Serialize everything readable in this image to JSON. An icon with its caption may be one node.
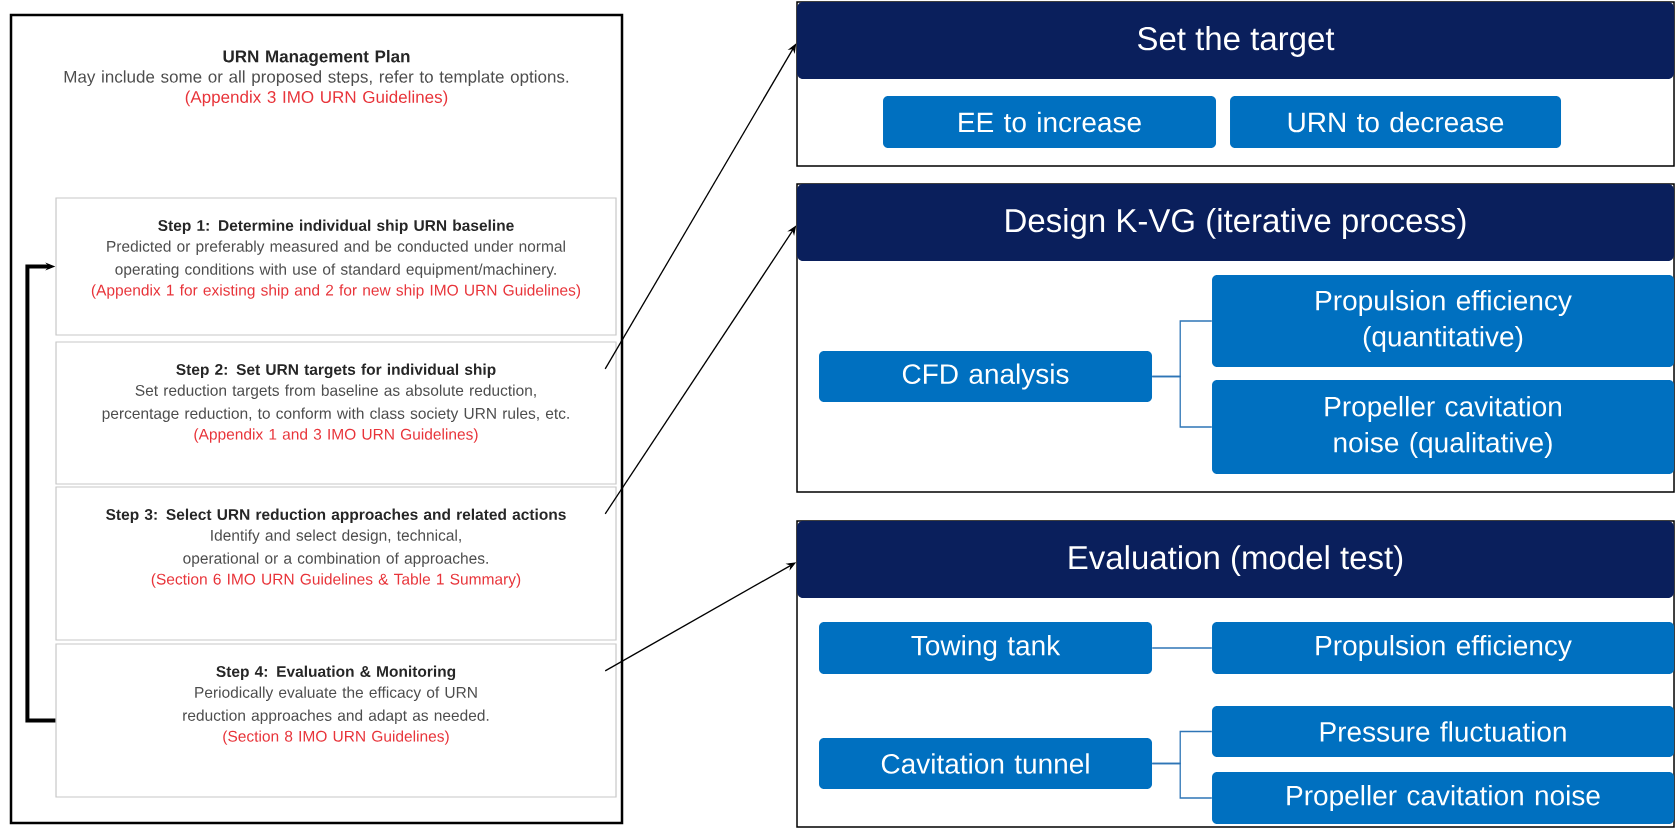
{
  "diagram": {
    "nodes": [
      {
        "text": [
          "URN Management Plan",
          "May include some or all proposed steps, refer to template options.",
          "(Appendix 3 IMO URN Guidelines)"
        ]
      },
      {
        "text": [
          "Step 1: Determine individual ship URN baseline",
          "Predicted or preferably measured and be conducted under normal operating conditions with use of standard equipment/machinery.",
          "(Appendix  1 for existing ship and 2 for new ship IMO URN Guidelines)"
        ],
        "in": 0
      },
      {
        "text": [
          "Step 2: Set URN targets for individual ship",
          "Set reduction targets from baseline as absolute reduction, percentage reduction, to conform with class society URN rules, etc.",
          "(Appendix 1 and 3 IMO URN Guidelines)"
        ],
        "in": 0
      },
      {
        "text": [
          "Step 3: Select URN reduction approaches and related actions",
          "Identify and select design, technical, operational or a combination of approaches.",
          "(Section 6 IMO URN Guidelines & Table 1 Summary)"
        ],
        "in": 0
      },
      {
        "text": [
          "Step 4: Evaluation & Monitoring",
          "Periodically evaluate the efficacy of URN reduction approaches and adapt as needed.",
          "(Section 8 IMO URN Guidelines)"
        ],
        "in": 0
      },
      {
        "text": [
          "Set the target"
        ]
      },
      {
        "text": [
          "EE to increase"
        ],
        "in": 5
      },
      {
        "text": [
          "URN to decrease"
        ],
        "in": 5
      },
      {
        "text": [
          "Design K-VG (iterative process)"
        ]
      },
      {
        "text": [
          "CFD analysis"
        ],
        "in": 8
      },
      {
        "text": [
          "Propulsion efficiency (quantitative)"
        ],
        "in": 8
      },
      {
        "text": [
          "Propeller cavitation noise (qualitative)"
        ],
        "in": 8
      },
      {
        "text": [
          "Evaluation (model test)"
        ]
      },
      {
        "text": [
          "Towing tank"
        ],
        "in": 12
      },
      {
        "text": [
          "Propulsion efficiency"
        ],
        "in": 12
      },
      {
        "text": [
          "Cavitation tunnel"
        ],
        "in": 12
      },
      {
        "text": [
          "Pressure fluctuation"
        ],
        "in": 12
      },
      {
        "text": [
          "Propeller cavitation noise"
        ],
        "in": 12
      }
    ],
    "edges": [
      {
        "from": 2,
        "to": 5,
        "arrow": "to",
        "color": "#000000"
      },
      {
        "from": 3,
        "to": 8,
        "arrow": "to",
        "color": "#000000"
      },
      {
        "from": 4,
        "to": 12,
        "arrow": "to",
        "color": "#000000"
      },
      {
        "from": 4,
        "to": 1,
        "arrow": "to",
        "style": "thick",
        "color": "#000000"
      },
      {
        "from": 9,
        "to": 10,
        "arrow": "none"
      },
      {
        "from": 9,
        "to": 11,
        "arrow": "none"
      },
      {
        "from": 13,
        "to": 14,
        "arrow": "none"
      },
      {
        "from": 15,
        "to": 16,
        "arrow": "none"
      },
      {
        "from": 15,
        "to": 17,
        "arrow": "none"
      }
    ]
  }
}
